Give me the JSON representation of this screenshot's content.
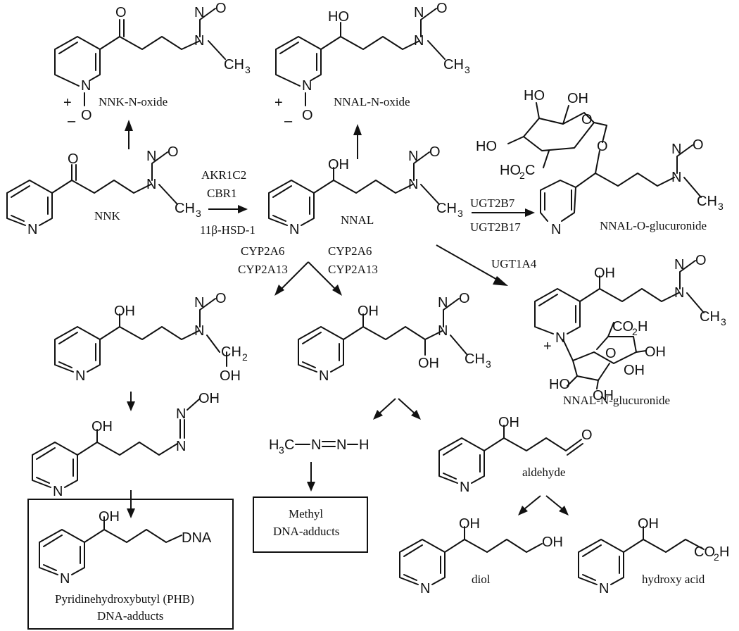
{
  "compounds": {
    "nnk": "NNK",
    "nnk_n_oxide": "NNK-N-oxide",
    "nnal": "NNAL",
    "nnal_n_oxide": "NNAL-N-oxide",
    "nnal_o_glucuronide": "NNAL-O-glucuronide",
    "nnal_n_glucuronide": "NNAL-N-glucuronide",
    "aldehyde": "aldehyde",
    "diol": "diol",
    "hydroxy_acid": "hydroxy acid"
  },
  "enzymes": {
    "reductases": [
      "AKR1C2",
      "CBR1",
      "11β-HSD-1"
    ],
    "ugt_o": [
      "UGT2B7",
      "UGT2B17"
    ],
    "ugt_n": "UGT1A4",
    "cyp_left": [
      "CYP2A6",
      "CYP2A13"
    ],
    "cyp_right": [
      "CYP2A6",
      "CYP2A13"
    ]
  },
  "boxes": {
    "phb": [
      "Pyridinehydroxybutyl (PHB)",
      "DNA-adducts"
    ],
    "methyl": [
      "Methyl",
      "DNA-adducts"
    ]
  },
  "atoms": {
    "N": "N",
    "O": "O",
    "OH": "OH",
    "CH3": "CH",
    "sub3": "3",
    "sub2": "2",
    "CO2H": "CO",
    "H": "H",
    "DNA": "DNA",
    "HO": "HO",
    "H3C": "H",
    "plus": "+",
    "minus": "–",
    "HO2C": "HO",
    "C": "C"
  }
}
